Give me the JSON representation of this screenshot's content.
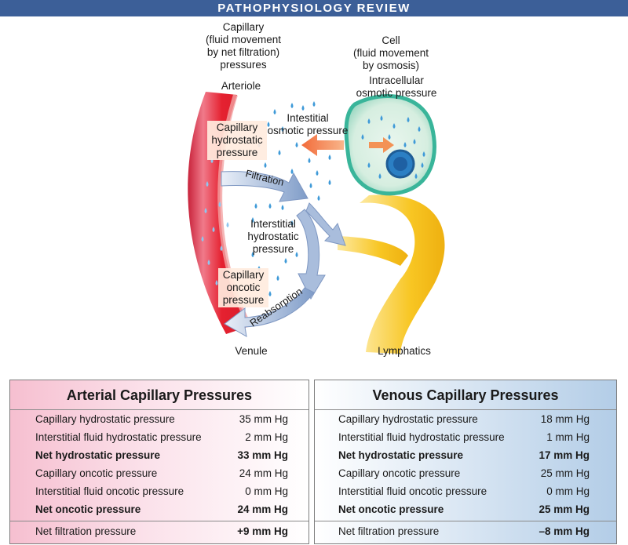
{
  "banner": "PATHOPHYSIOLOGY REVIEW",
  "diagram": {
    "capillary_heading": [
      "Capillary",
      "(fluid movement",
      "by net filtration)",
      "pressures"
    ],
    "cell_heading": [
      "Cell",
      "(fluid movement",
      "by osmosis)"
    ],
    "intracellular": [
      "Intracellular",
      "osmotic pressure"
    ],
    "arteriole": "Arteriole",
    "intestitial_osmotic": [
      "Intestitial",
      "osmotic pressure"
    ],
    "capillary_hydrostatic": [
      "Capillary",
      "hydrostatic",
      "pressure"
    ],
    "filtration": "Filtration",
    "interstitial_hydrostatic": [
      "Interstitial",
      "hydrostatic",
      "pressure"
    ],
    "capillary_oncotic": [
      "Capillary",
      "oncotic",
      "pressure"
    ],
    "reabsorption": "Reabsorption",
    "venule": "Venule",
    "lymphatics": "Lymphatics",
    "colors": {
      "vessel": "#e0202c",
      "arrow": "#8fa9cf",
      "cell": "#5cc3a8",
      "lymph": "#f7c21d",
      "osmotic_arrow": "#f39255",
      "droplet": "#3f9ad8"
    }
  },
  "arterial": {
    "title": "Arterial Capillary Pressures",
    "rows": [
      {
        "name": "Capillary hydrostatic pressure",
        "value": "35 mm Hg"
      },
      {
        "name": "Interstitial fluid hydrostatic pressure",
        "value": "2 mm Hg"
      },
      {
        "name": "Net hydrostatic pressure",
        "value": "33 mm Hg"
      },
      {
        "name": "Capillary oncotic pressure",
        "value": "24 mm Hg"
      },
      {
        "name": "Interstitial fluid oncotic pressure",
        "value": "0 mm Hg"
      },
      {
        "name": "Net oncotic pressure",
        "value": "24 mm Hg"
      }
    ],
    "net": {
      "name": "Net filtration pressure",
      "value": "+9 mm Hg"
    }
  },
  "venous": {
    "title": "Venous Capillary Pressures",
    "rows": [
      {
        "name": "Capillary hydrostatic pressure",
        "value": "18 mm Hg"
      },
      {
        "name": "Interstitial fluid hydrostatic pressure",
        "value": "1 mm Hg"
      },
      {
        "name": "Net hydrostatic pressure",
        "value": "17 mm Hg"
      },
      {
        "name": "Capillary oncotic pressure",
        "value": "25 mm Hg"
      },
      {
        "name": "Interstitial fluid oncotic pressure",
        "value": "0 mm Hg"
      },
      {
        "name": "Net oncotic pressure",
        "value": "25 mm Hg"
      }
    ],
    "net": {
      "name": "Net filtration pressure",
      "value": "–8 mm Hg"
    }
  }
}
